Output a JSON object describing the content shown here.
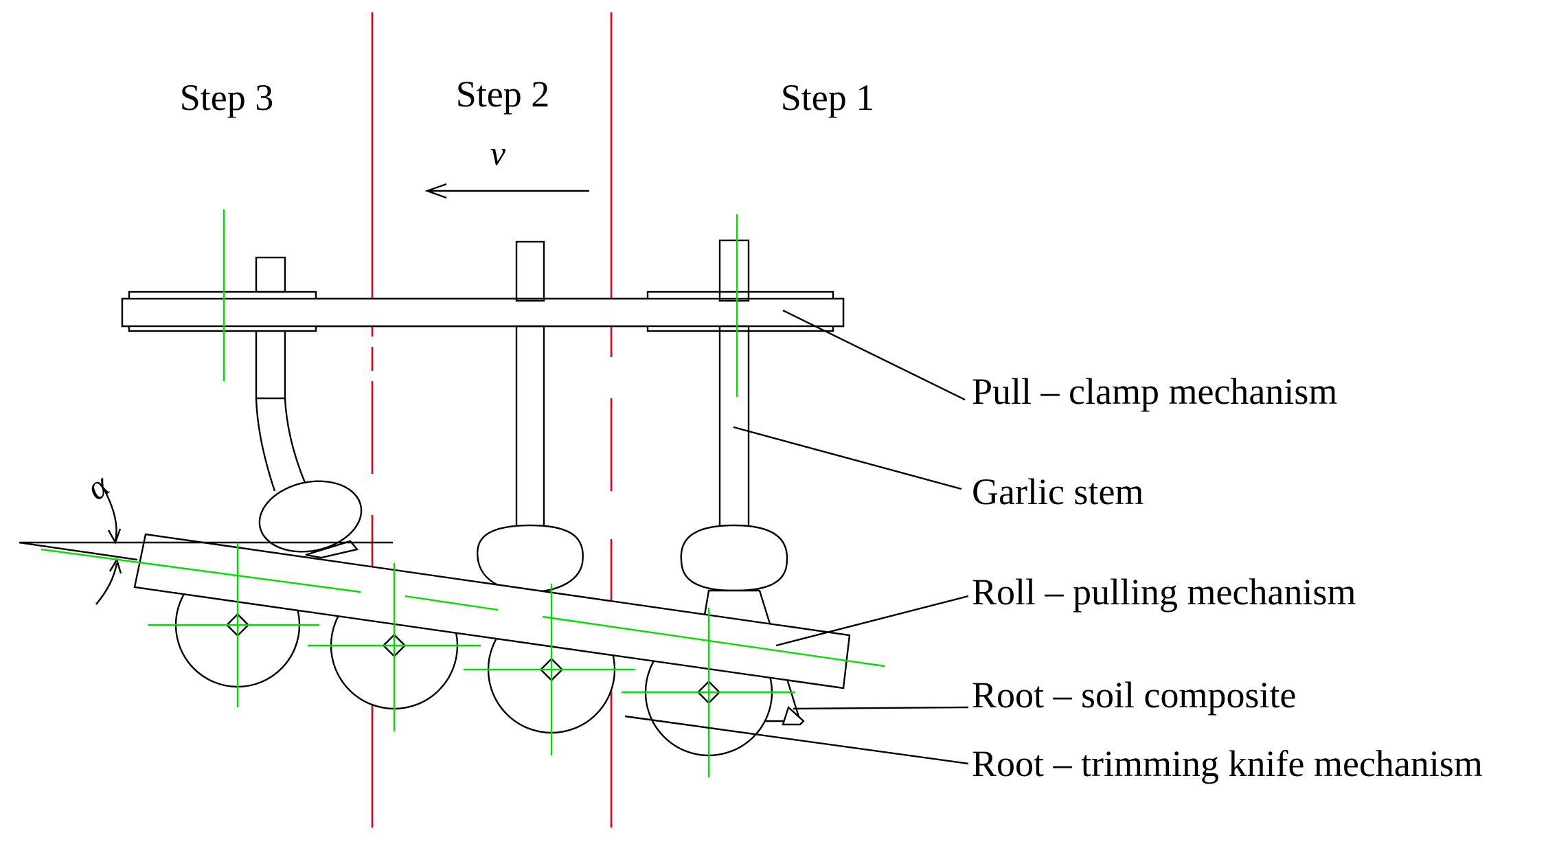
{
  "steps": [
    "Step 3",
    "Step 2",
    "Step 1"
  ],
  "velocity_symbol": "v",
  "angle_symbol": "α",
  "labels": {
    "pull_clamp": "Pull – clamp  mechanism",
    "garlic_stem": "Garlic  stem",
    "roll_pulling": "Roll – pulling  mechanism",
    "root_soil": "Root – soil  composite",
    "root_trimming": "Root – trimming  knife  mechanism"
  },
  "colors": {
    "step_divider": "#e8001c",
    "centerline": "#00dd00",
    "outline": "#000000"
  }
}
